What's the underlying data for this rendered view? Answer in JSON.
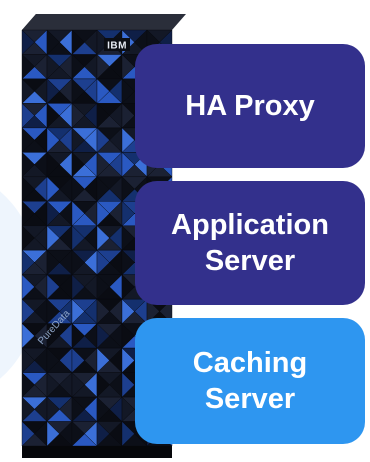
{
  "server": {
    "brand": "IBM",
    "product": "PureData"
  },
  "components": [
    {
      "label": "HA Proxy",
      "color": "#33308c"
    },
    {
      "label": "Application\nServer",
      "color": "#33308c"
    },
    {
      "label": "Caching\nServer",
      "color": "#2e96f0"
    }
  ]
}
